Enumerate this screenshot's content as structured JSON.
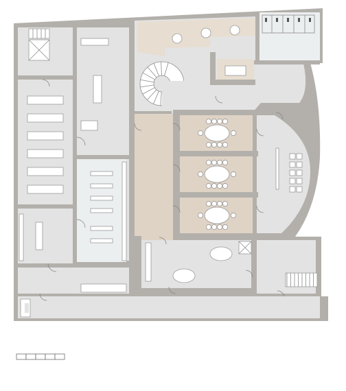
{
  "drawing": {
    "kind": "architectural floor plan",
    "colors": {
      "wall": "#b3b0ab",
      "floor": "#e3e3e3",
      "wood_floor": "#dfd3c6",
      "fixture": "#ffffff",
      "background": "#ffffff"
    },
    "rooms": [
      "stair-and-lift-lobby",
      "office-left-desks",
      "central-corridor",
      "office-mid-desks",
      "lower-left-office",
      "wood-hall",
      "meeting-room-1",
      "meeting-room-2",
      "meeting-room-3",
      "curved-presentation-room",
      "restrooms",
      "lounge-with-spiral-stair",
      "bottom-lounge",
      "lower-right-stair",
      "bottom-corridor"
    ],
    "scale_bar_segments": 5
  }
}
